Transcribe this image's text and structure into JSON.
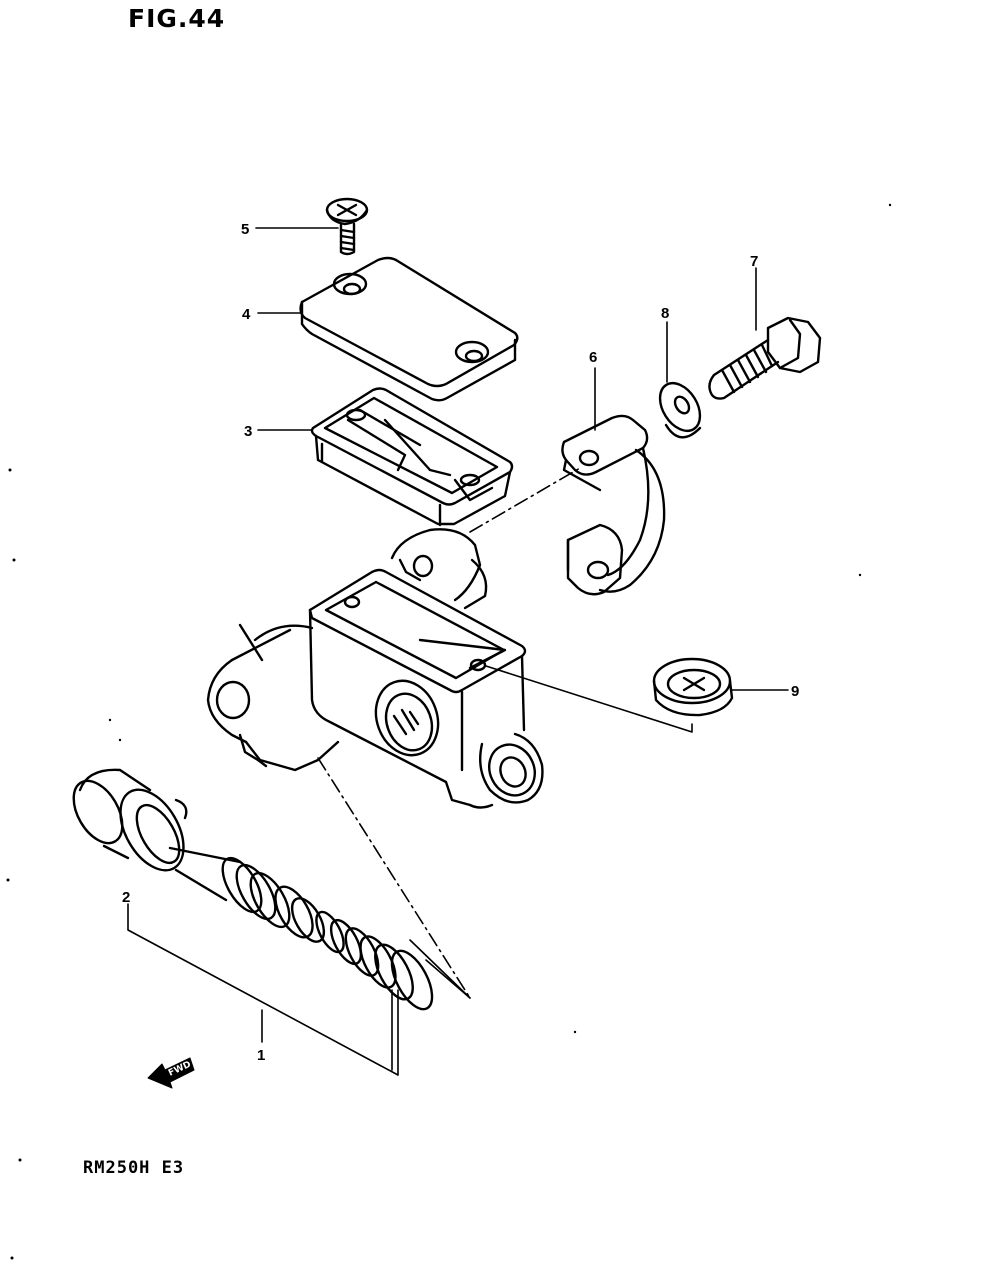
{
  "figure": {
    "title": "FIG.44",
    "model_code": "RM250H E3",
    "direction_label": "FWD"
  },
  "callouts": [
    {
      "id": "1",
      "label": "1"
    },
    {
      "id": "2",
      "label": "2"
    },
    {
      "id": "3",
      "label": "3"
    },
    {
      "id": "4",
      "label": "4"
    },
    {
      "id": "5",
      "label": "5"
    },
    {
      "id": "6",
      "label": "6"
    },
    {
      "id": "7",
      "label": "7"
    },
    {
      "id": "8",
      "label": "8"
    },
    {
      "id": "9",
      "label": "9"
    }
  ],
  "colors": {
    "ink": "#000000",
    "paper": "#ffffff"
  }
}
